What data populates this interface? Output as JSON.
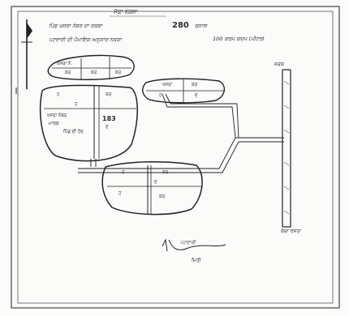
{
  "header": {
    "title": "ਮੌਕਾ ਨਕਸ਼ਾ",
    "line1_prefix": "ਪਿੰਡ ਖਸਰਾ ਨੰਬਰ ਦਾ ਰਕਬਾ",
    "line1_number": "280",
    "line1_suffix": "ਕਨਾਲ",
    "line2_prefix": "ਪਟਵਾਰੀ ਦੀ ਪੈਮਾਇਸ਼ ਅਨੁਸਾਰ ਨਕਸ਼ਾ",
    "line2_suffix": "100 ਕਰਮ ਕਦਮ (ਮੀਟਰ)"
  },
  "labels": {
    "north_road": "ਸੜਕ",
    "road_bottom": "ਕੱਚਾ ਰਸਤਾ",
    "main_plot_number": "183",
    "top_plot_label": "ਖਸਰਾ ਨੰ.",
    "right_plot_label": "ਖਸਰਾ",
    "main_plot_label": "ਖਸਰਾ ਨੰਬਰ",
    "main_plot_owner": "ਮਾਲਕ",
    "main_plot_village": "ਪਿੰਡ ਦੀ ਹੱਦ",
    "cell": "ਹ",
    "cell_alt": "ਦ",
    "cell_ft": "ਕਰ",
    "signature": "ਪਟਵਾਰੀ",
    "signature_date": "ਮਿਤੀ"
  },
  "colors": {
    "ink": "#2b2b2b",
    "paper": "#fbfbfa"
  }
}
